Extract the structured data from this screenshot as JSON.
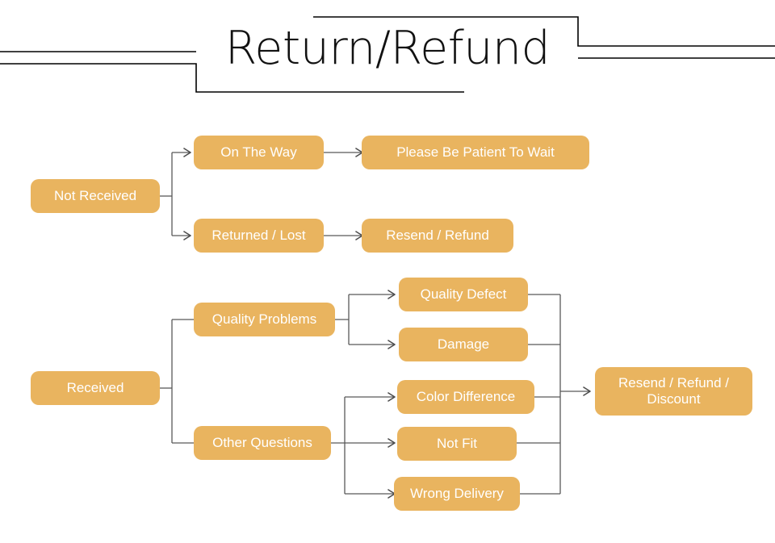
{
  "page": {
    "title": "Return/Refund",
    "background_color": "#ffffff",
    "node_fill_color": "#e9b45f",
    "node_text_color": "#ffffff",
    "connector_color": "#595959",
    "title_color": "#111111"
  },
  "header": {
    "title": "Return/Refund",
    "decoration": "double-rule-with-step-frame"
  },
  "flows": [
    {
      "name": "not-received-flow",
      "root": "Not Received",
      "branches": [
        {
          "step": "On The Way",
          "result": "Please Be Patient To Wait"
        },
        {
          "step": "Returned / Lost",
          "result": "Resend / Refund"
        }
      ]
    },
    {
      "name": "received-flow",
      "root": "Received",
      "branches": [
        {
          "step": "Quality Problems",
          "reasons": [
            "Quality Defect",
            "Damage"
          ]
        },
        {
          "step": "Other Questions",
          "reasons": [
            "Color Difference",
            "Not Fit",
            "Wrong Delivery"
          ]
        }
      ],
      "result": "Resend / Refund /\nDiscount"
    }
  ],
  "nodes": {
    "not_received": "Not Received",
    "on_the_way": "On The Way",
    "please_be_patient": "Please Be Patient To Wait",
    "returned_lost": "Returned / Lost",
    "resend_refund": "Resend / Refund",
    "received": "Received",
    "quality_problems": "Quality Problems",
    "other_questions": "Other Questions",
    "quality_defect": "Quality Defect",
    "damage": "Damage",
    "color_difference": "Color Difference",
    "not_fit": "Not Fit",
    "wrong_delivery": "Wrong Delivery",
    "resend_refund_discount": "Resend / Refund /\nDiscount"
  }
}
